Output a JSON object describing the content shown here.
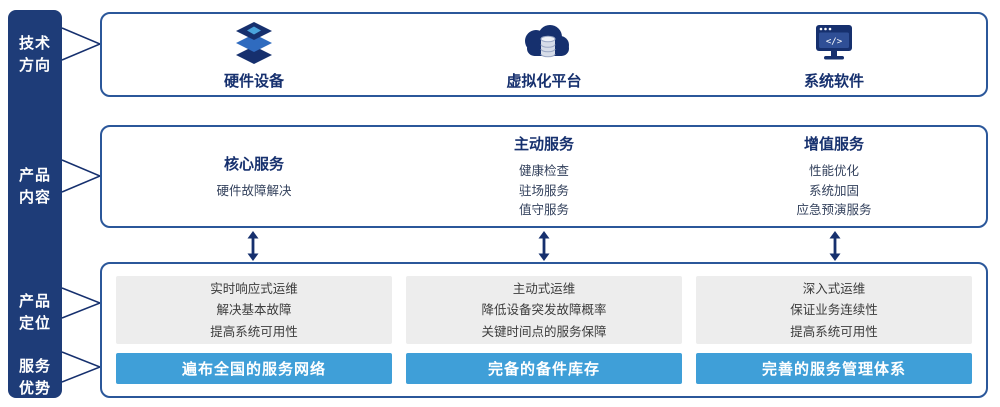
{
  "colors": {
    "navy": "#16306e",
    "bar_background": "#1e3c78",
    "box_border": "#2b579a",
    "banner_blue": "#3f9fd8",
    "gray_panel": "#ededed"
  },
  "left_bar": {
    "items": [
      {
        "line1": "技术",
        "line2": "方向"
      },
      {
        "line1": "产品",
        "line2": "内容"
      },
      {
        "line1": "产品",
        "line2": "定位"
      },
      {
        "line1": "服务",
        "line2": "优势"
      }
    ]
  },
  "top_row": {
    "items": [
      {
        "icon": "hardware-stack-icon",
        "label": "硬件设备"
      },
      {
        "icon": "cloud-platform-icon",
        "label": "虚拟化平台"
      },
      {
        "icon": "system-software-icon",
        "label": "系统软件"
      }
    ]
  },
  "services": {
    "columns": [
      {
        "title": "核心服务",
        "items": [
          "硬件故障解决"
        ]
      },
      {
        "title": "主动服务",
        "items": [
          "健康检查",
          "驻场服务",
          "值守服务"
        ]
      },
      {
        "title": "增值服务",
        "items": [
          "性能优化",
          "系统加固",
          "应急预演服务"
        ]
      }
    ]
  },
  "positioning": {
    "columns": [
      {
        "lines": [
          "实时响应式运维",
          "解决基本故障",
          "提高系统可用性"
        ],
        "banner": "遍布全国的服务网络"
      },
      {
        "lines": [
          "主动式运维",
          "降低设备突发故障概率",
          "关键时间点的服务保障"
        ],
        "banner": "完备的备件库存"
      },
      {
        "lines": [
          "深入式运维",
          "保证业务连续性",
          "提高系统可用性"
        ],
        "banner": "完善的服务管理体系"
      }
    ]
  }
}
